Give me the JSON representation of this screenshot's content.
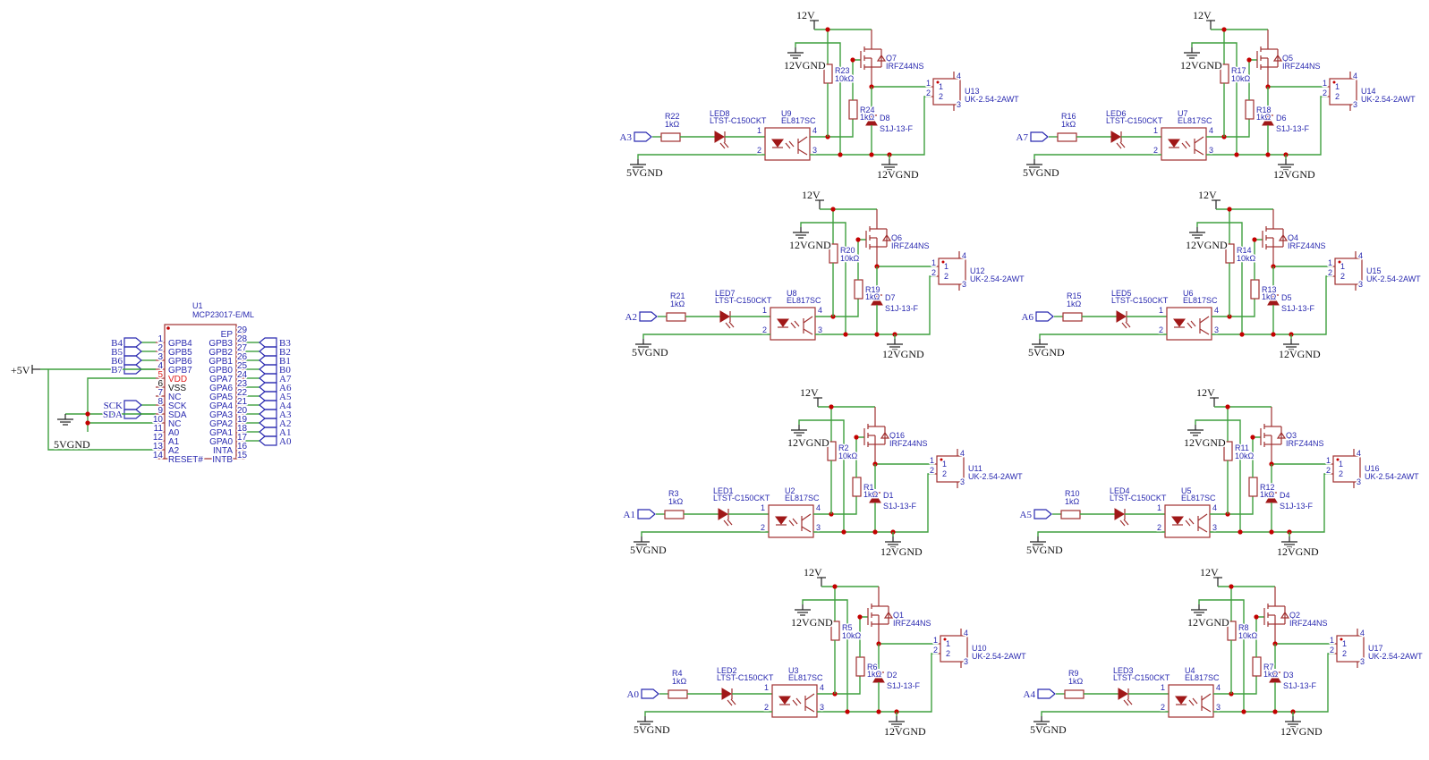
{
  "chip": {
    "ref": "U1",
    "value": "MCP23017-E/ML",
    "left_pins": [
      {
        "num": "1",
        "name": "GPB4",
        "net": "B4"
      },
      {
        "num": "2",
        "name": "GPB5",
        "net": "B5"
      },
      {
        "num": "3",
        "name": "GPB6",
        "net": "B6"
      },
      {
        "num": "4",
        "name": "GPB7",
        "net": "B7"
      },
      {
        "num": "5",
        "name": "VDD",
        "net": ""
      },
      {
        "num": "6",
        "name": "VSS",
        "net": ""
      },
      {
        "num": "7",
        "name": "NC",
        "net": ""
      },
      {
        "num": "8",
        "name": "SCK",
        "net": "SCK"
      },
      {
        "num": "9",
        "name": "SDA",
        "net": "SDA"
      },
      {
        "num": "10",
        "name": "NC",
        "net": ""
      },
      {
        "num": "11",
        "name": "A0",
        "net": ""
      },
      {
        "num": "12",
        "name": "A1",
        "net": ""
      },
      {
        "num": "13",
        "name": "A2",
        "net": ""
      },
      {
        "num": "14",
        "name": "RESET#",
        "net": ""
      }
    ],
    "right_pins": [
      {
        "num": "29",
        "name": "EP",
        "net": ""
      },
      {
        "num": "28",
        "name": "GPB3",
        "net": "B3"
      },
      {
        "num": "27",
        "name": "GPB2",
        "net": "B2"
      },
      {
        "num": "26",
        "name": "GPB1",
        "net": "B1"
      },
      {
        "num": "25",
        "name": "GPB0",
        "net": "B0"
      },
      {
        "num": "24",
        "name": "GPA7",
        "net": "A7"
      },
      {
        "num": "23",
        "name": "GPA6",
        "net": "A6"
      },
      {
        "num": "22",
        "name": "GPA5",
        "net": "A5"
      },
      {
        "num": "21",
        "name": "GPA4",
        "net": "A4"
      },
      {
        "num": "20",
        "name": "GPA3",
        "net": "A3"
      },
      {
        "num": "19",
        "name": "GPA2",
        "net": "A2"
      },
      {
        "num": "18",
        "name": "GPA1",
        "net": "A1"
      },
      {
        "num": "17",
        "name": "GPA0",
        "net": "A0"
      },
      {
        "num": "16",
        "name": "INTA",
        "net": ""
      },
      {
        "num": "15",
        "name": "INTB",
        "net": ""
      }
    ],
    "power_label": "+5V",
    "gnd_label": "5VGND"
  },
  "common": {
    "v12": "12V",
    "gnd12": "12VGND",
    "gnd5": "5VGND",
    "r_in_value": "1kΩ",
    "r_pull_value": "10kΩ",
    "r_gate_value": "1kΩ",
    "led_value": "LTST-C150CKT",
    "opto_value": "EL817SC",
    "fet_value": "IRFZ44NS",
    "diode_value": "S1J-13-F",
    "conn_value": "UK-2.54-2AWT",
    "opto_pins": [
      "1",
      "2",
      "3",
      "4"
    ],
    "conn_pins": [
      "1",
      "2",
      "3",
      "4"
    ]
  },
  "channels": [
    {
      "input": "A3",
      "r_in": "R22",
      "led": "LED8",
      "opto": "U9",
      "r_pull": "R23",
      "r_gate": "R24",
      "fet": "Q7",
      "diode": "D8",
      "conn": "U13"
    },
    {
      "input": "A7",
      "r_in": "R16",
      "led": "LED6",
      "opto": "U7",
      "r_pull": "R17",
      "r_gate": "R18",
      "fet": "Q5",
      "diode": "D6",
      "conn": "U14"
    },
    {
      "input": "A2",
      "r_in": "R21",
      "led": "LED7",
      "opto": "U8",
      "r_pull": "R20",
      "r_gate": "R19",
      "fet": "Q6",
      "diode": "D7",
      "conn": "U12"
    },
    {
      "input": "A6",
      "r_in": "R15",
      "led": "LED5",
      "opto": "U6",
      "r_pull": "R14",
      "r_gate": "R13",
      "fet": "Q4",
      "diode": "D5",
      "conn": "U15"
    },
    {
      "input": "A1",
      "r_in": "R3",
      "led": "LED1",
      "opto": "U2",
      "r_pull": "R2",
      "r_gate": "R1",
      "fet": "Q16",
      "diode": "D1",
      "conn": "U11"
    },
    {
      "input": "A5",
      "r_in": "R10",
      "led": "LED4",
      "opto": "U5",
      "r_pull": "R11",
      "r_gate": "R12",
      "fet": "Q3",
      "diode": "D4",
      "conn": "U16"
    },
    {
      "input": "A0",
      "r_in": "R4",
      "led": "LED2",
      "opto": "U3",
      "r_pull": "R5",
      "r_gate": "R6",
      "fet": "Q1",
      "diode": "D2",
      "conn": "U10"
    },
    {
      "input": "A4",
      "r_in": "R9",
      "led": "LED3",
      "opto": "U4",
      "r_pull": "R8",
      "r_gate": "R7",
      "fet": "Q2",
      "diode": "D3",
      "conn": "U17"
    }
  ],
  "colors": {
    "wire": "#3f9f3f",
    "component": "#a03030",
    "label": "#2a2ab0",
    "junction": "#c40000"
  }
}
